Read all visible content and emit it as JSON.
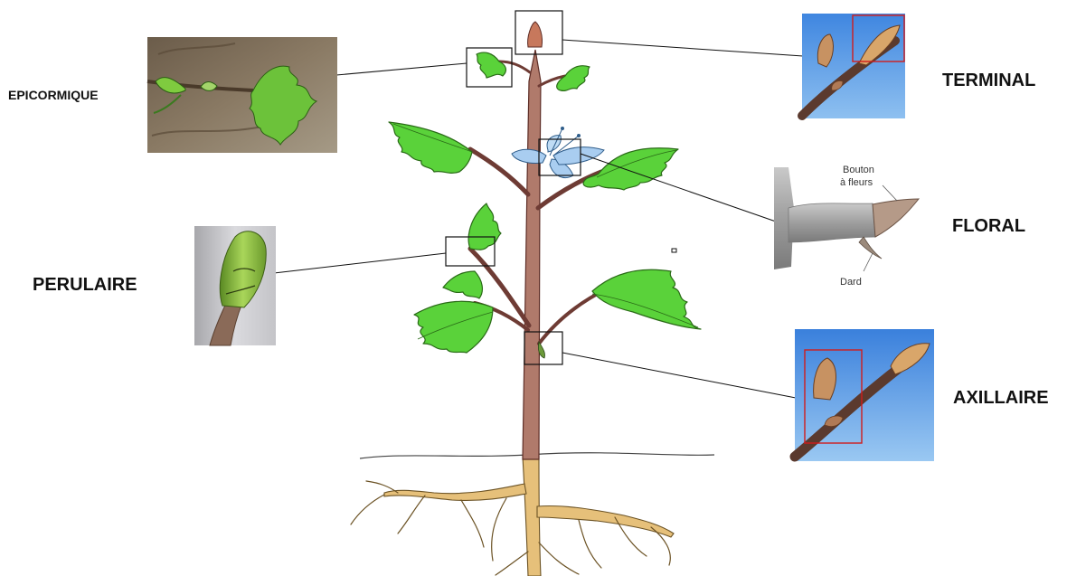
{
  "labels": {
    "epicormique": "EPICORMIQUE",
    "terminal": "TERMINAL",
    "floral": "FLORAL",
    "perulaire": "PERULAIRE",
    "axillaire": "AXILLAIRE"
  },
  "floral_photo": {
    "bouton_line1": "Bouton",
    "bouton_line2": "à fleurs",
    "dard": "Dard"
  },
  "colors": {
    "leaf": "#5ad23a",
    "stem": "#b07a6b",
    "root": "#e6c07a",
    "sky": "#5f9fe3",
    "highlight_box": "#d01c1c"
  }
}
